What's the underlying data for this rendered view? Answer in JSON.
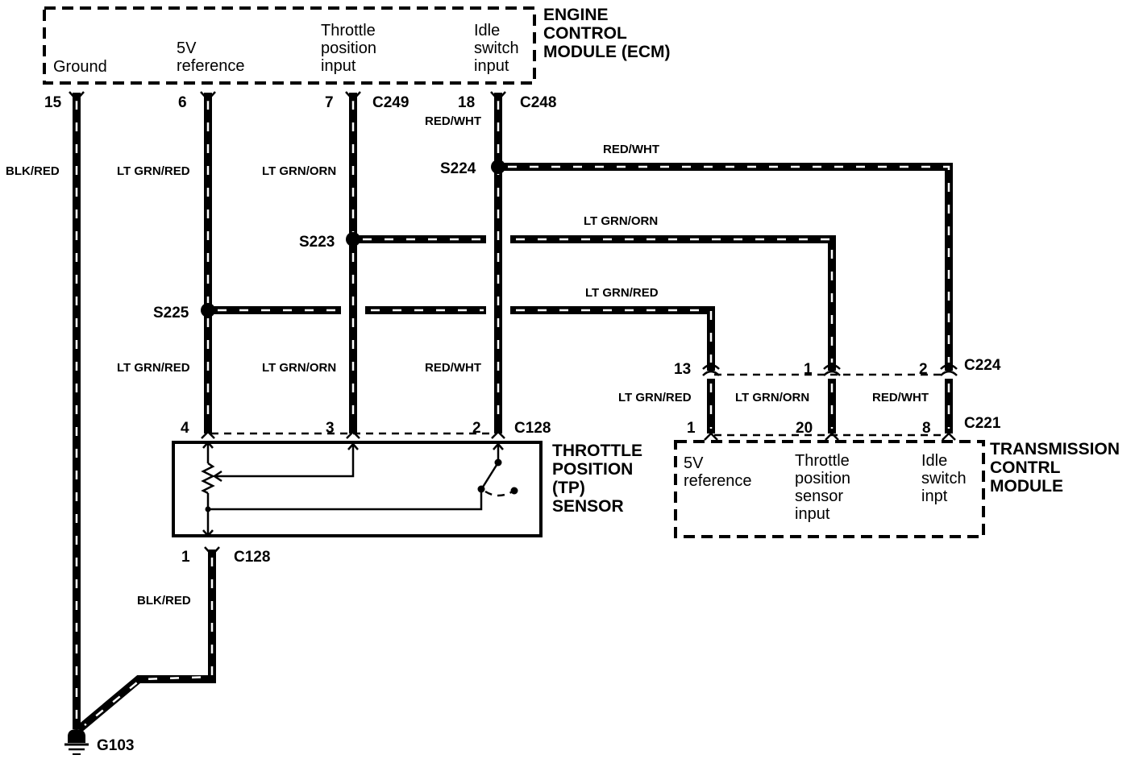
{
  "ecm": {
    "title": [
      "ENGINE",
      "CONTROL",
      "MODULE (ECM)"
    ],
    "pin_names": {
      "ground": [
        "Ground"
      ],
      "ref5v": [
        "5V",
        "reference"
      ],
      "tp_input": [
        "Throttle",
        "position",
        "input"
      ],
      "idle_input": [
        "Idle",
        "switch",
        "input"
      ]
    },
    "pins": {
      "ground": "15",
      "ref5v": "6",
      "tp_input": "7",
      "idle_input": "18"
    },
    "connectors": {
      "c249": "C249",
      "c248": "C248"
    }
  },
  "wire_colors": {
    "blk_red": "BLK/RED",
    "lt_grn_red": "LT GRN/RED",
    "lt_grn_orn": "LT GRN/ORN",
    "red_wht": "RED/WHT"
  },
  "splices": {
    "s224": "S224",
    "s223": "S223",
    "s225": "S225"
  },
  "tp_sensor": {
    "title": [
      "THROTTLE",
      "POSITION",
      "(TP)",
      "SENSOR"
    ],
    "pins": {
      "ref": "4",
      "signal": "3",
      "idle": "2",
      "ground": "1"
    },
    "connectors": {
      "top": "C128",
      "bottom": "C128"
    }
  },
  "tcm": {
    "title": [
      "TRANSMISSION",
      "CONTRL",
      "MODULE"
    ],
    "pin_names": {
      "ref5v": [
        "5V",
        "reference"
      ],
      "tp_input": [
        "Throttle",
        "position",
        "sensor",
        "input"
      ],
      "idle_input": [
        "Idle",
        "switch",
        "inpt"
      ]
    },
    "upper_pins": {
      "a": "13",
      "b": "1",
      "c": "2"
    },
    "upper_connector": "C224",
    "pins": {
      "ref5v": "1",
      "tp_input": "20",
      "idle_input": "8"
    },
    "connector": "C221"
  },
  "ground": {
    "label": "G103",
    "symbol": "ground-icon"
  }
}
